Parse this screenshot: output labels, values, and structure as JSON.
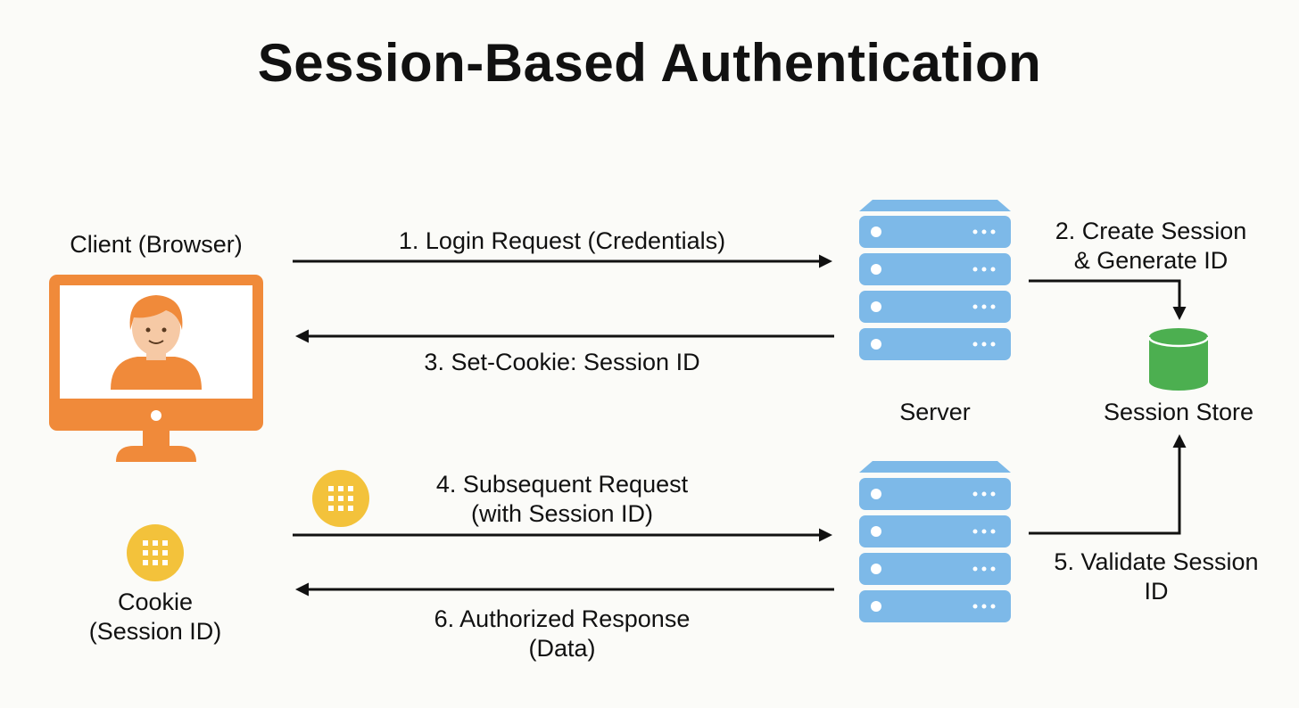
{
  "title": "Session-Based Authentication",
  "client": {
    "label": "Client (Browser)"
  },
  "cookie": {
    "label_line1": "Cookie",
    "label_line2": "(Session ID)"
  },
  "server": {
    "label": "Server"
  },
  "session_store": {
    "label": "Session Store"
  },
  "steps": {
    "s1": "1. Login Request (Credentials)",
    "s2_line1": "2. Create Session",
    "s2_line2": "& Generate ID",
    "s3": "3. Set-Cookie: Session ID",
    "s4_line1": "4. Subsequent Request",
    "s4_line2": "(with Session ID)",
    "s5_line1": "5. Validate Session",
    "s5_line2": "ID",
    "s6_line1": "6. Authorized Response",
    "s6_line2": "(Data)"
  },
  "colors": {
    "client": "#f08a3a",
    "server": "#7db9e8",
    "store": "#4caf50",
    "cookie": "#f3c23b",
    "arrow": "#111111"
  }
}
